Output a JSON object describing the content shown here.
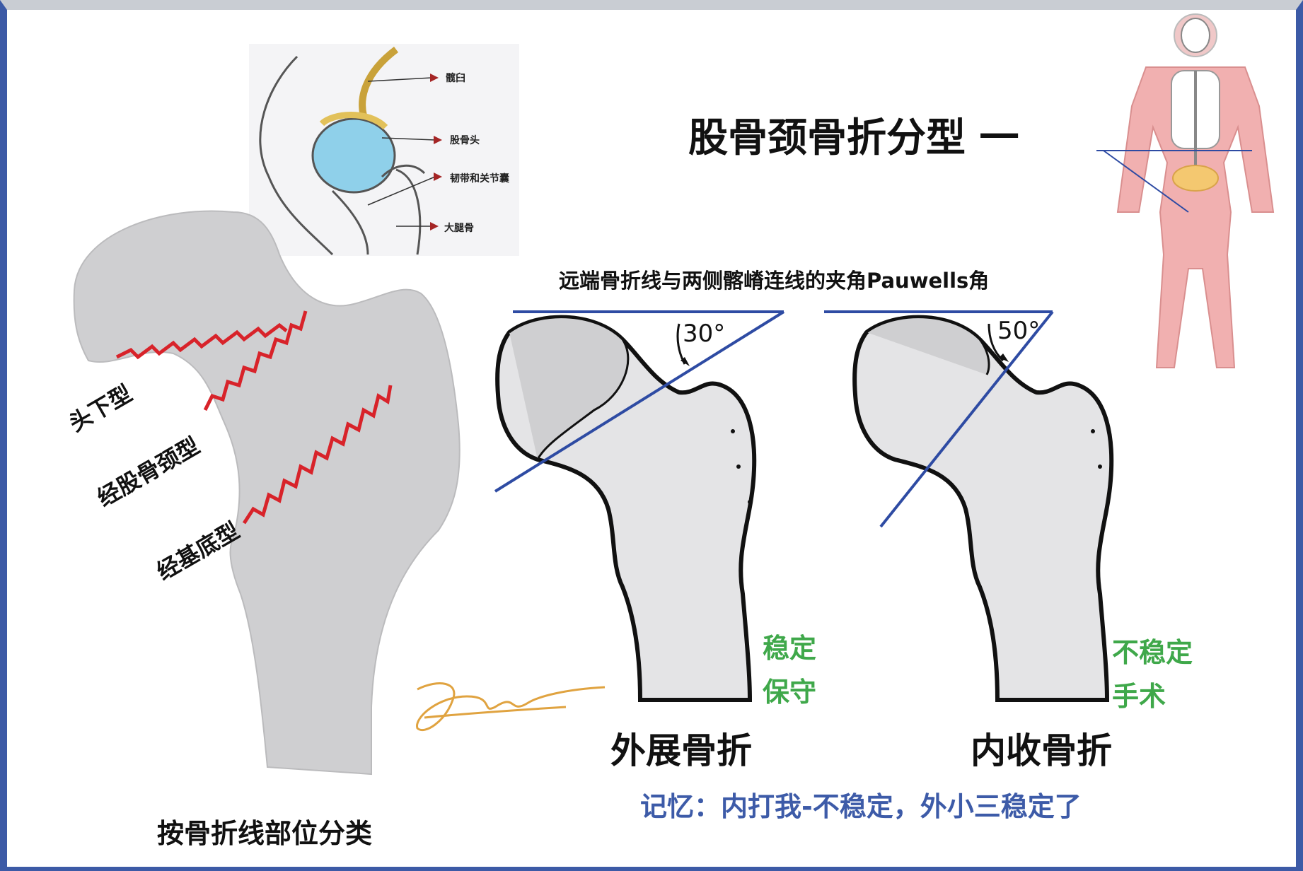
{
  "title": "股骨颈骨折分型 一",
  "pauwells_caption": "远端骨折线与两侧髂嵴连线的夹角Pauwells角",
  "classification_caption": "按骨折线部位分类",
  "fracture_line_labels": [
    "头下型",
    "经股骨颈型",
    "经基底型"
  ],
  "anatomy_labels": [
    "髋臼",
    "股骨头",
    "韧带和关节囊",
    "大腿骨"
  ],
  "abduction": {
    "angle": "30°",
    "status": "稳定",
    "treatment": "保守",
    "name": "外展骨折"
  },
  "adduction": {
    "angle": "50°",
    "status": "不稳定",
    "treatment": "手术",
    "name": "内收骨折"
  },
  "memory": "记忆：内打我-不稳定，外小三稳定了",
  "colors": {
    "frame_blue": "#3c5aa6",
    "fracture_red": "#d8232a",
    "angle_line_blue": "#2e4ba3",
    "note_green": "#3fa84a",
    "memory_blue": "#3d5ba8"
  }
}
